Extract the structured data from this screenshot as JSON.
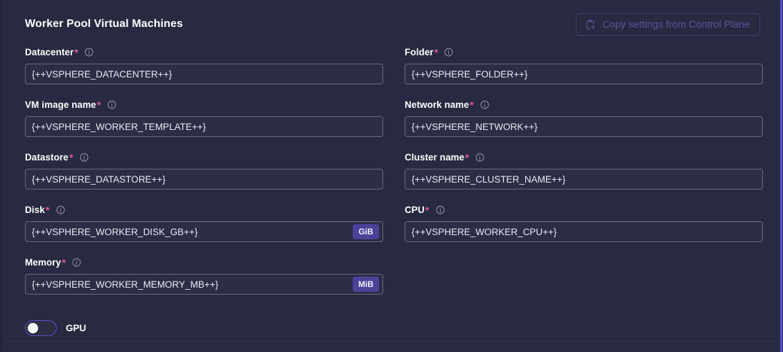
{
  "header": {
    "title": "Worker Pool Virtual Machines",
    "copy_button": {
      "label": "Copy settings from Control Plane",
      "icon": "clipboard-export-icon",
      "disabled": true
    }
  },
  "theme": {
    "background": "#272a40",
    "input_background": "#2b2e45",
    "input_border": "#6b6c84",
    "required_marker": "#d6559c",
    "accent_purple": "#5b51c9",
    "badge_background": "#4a4399",
    "disabled_text": "#57549b",
    "divider": "#32354d"
  },
  "markers": {
    "required": "*",
    "info_icon": "info-circle-icon"
  },
  "fields": [
    {
      "name": "datacenter",
      "label": "Datacenter",
      "required": true,
      "value": "{++VSPHERE_DATACENTER++}",
      "unit": null,
      "column": "left"
    },
    {
      "name": "folder",
      "label": "Folder",
      "required": true,
      "value": "{++VSPHERE_FOLDER++}",
      "unit": null,
      "column": "right"
    },
    {
      "name": "vm-image-name",
      "label": "VM image name",
      "required": true,
      "value": "{++VSPHERE_WORKER_TEMPLATE++}",
      "unit": null,
      "column": "left"
    },
    {
      "name": "network-name",
      "label": "Network name",
      "required": true,
      "value": "{++VSPHERE_NETWORK++}",
      "unit": null,
      "column": "right"
    },
    {
      "name": "datastore",
      "label": "Datastore",
      "required": true,
      "value": "{++VSPHERE_DATASTORE++}",
      "unit": null,
      "column": "left"
    },
    {
      "name": "cluster-name",
      "label": "Cluster name",
      "required": true,
      "value": "{++VSPHERE_CLUSTER_NAME++}",
      "unit": null,
      "column": "right"
    },
    {
      "name": "disk",
      "label": "Disk",
      "required": true,
      "value": "{++VSPHERE_WORKER_DISK_GB++}",
      "unit": "GiB",
      "column": "left"
    },
    {
      "name": "cpu",
      "label": "CPU",
      "required": true,
      "value": "{++VSPHERE_WORKER_CPU++}",
      "unit": null,
      "column": "right"
    },
    {
      "name": "memory",
      "label": "Memory",
      "required": true,
      "value": "{++VSPHERE_WORKER_MEMORY_MB++}",
      "unit": "MiB",
      "column": "left"
    }
  ],
  "gpu_toggle": {
    "label": "GPU",
    "enabled": false
  }
}
